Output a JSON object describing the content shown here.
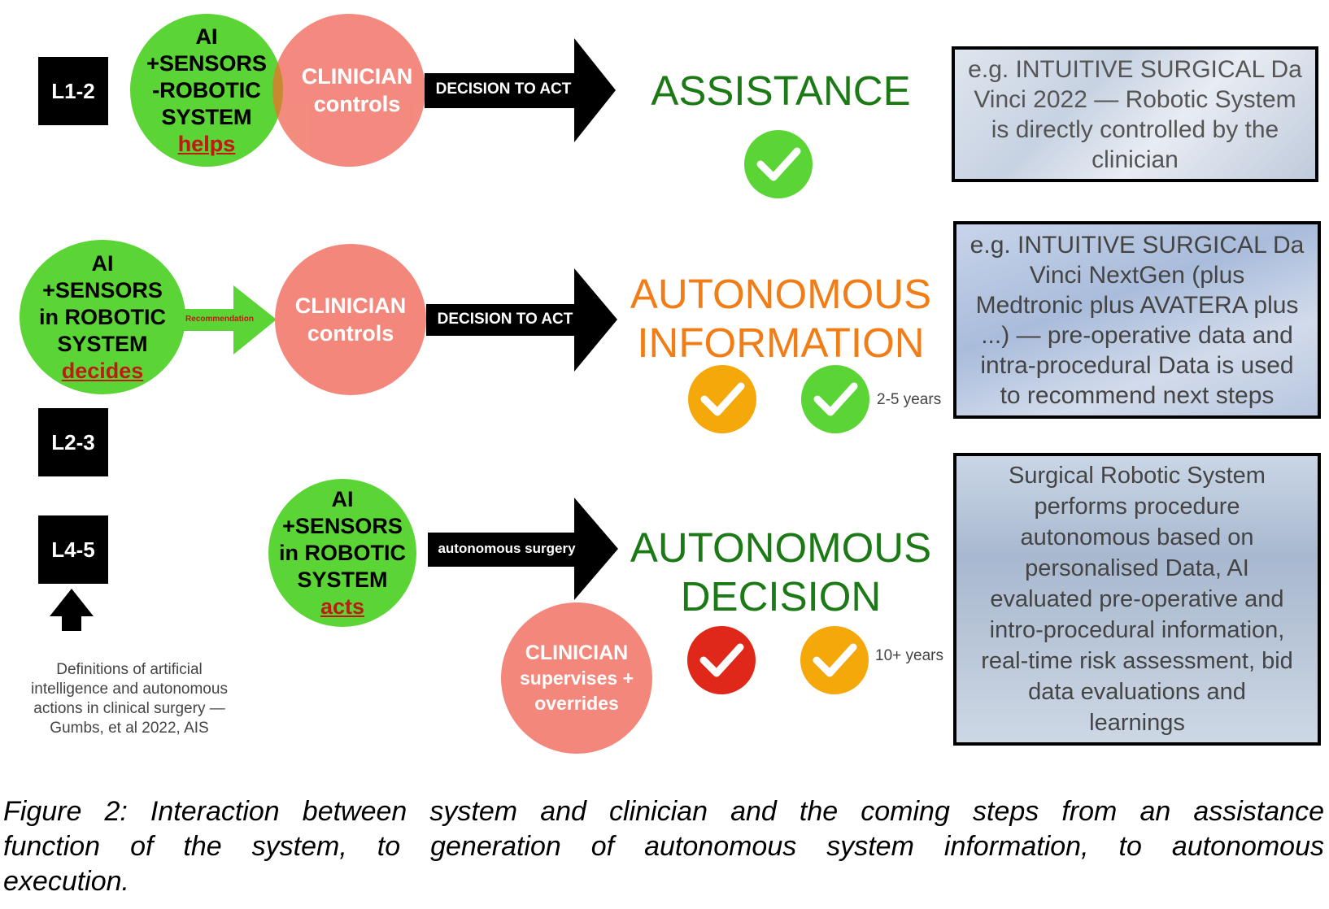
{
  "levels": {
    "l1": "L1-2",
    "l2": "L2-3",
    "l3": "L4-5"
  },
  "row1": {
    "green_lines": [
      "AI",
      "+SENSORS",
      "-ROBOTIC",
      "SYSTEM"
    ],
    "green_verb": "helps",
    "clinician_lines": [
      "CLINICIAN",
      "controls"
    ],
    "arrow_label": "DECISION TO ACT",
    "outcome": "ASSISTANCE",
    "example_lines": [
      "e.g. INTUITIVE SURGICAL Da",
      "Vinci 2022 — Robotic System",
      "is directly controlled by the",
      "clinician"
    ]
  },
  "row2": {
    "green_lines": [
      "AI",
      "+SENSORS",
      "in ROBOTIC",
      "SYSTEM"
    ],
    "green_verb": "decides",
    "recommendation_label": "Recommendation",
    "clinician_lines": [
      "CLINICIAN",
      "controls"
    ],
    "arrow_label": "DECISION TO ACT",
    "outcome_lines": [
      "AUTONOMOUS",
      "INFORMATION"
    ],
    "years": "2-5 years",
    "example_lines": [
      "e.g. INTUITIVE SURGICAL Da",
      "Vinci NextGen (plus",
      "Medtronic plus AVATERA plus",
      "...) — pre-operative data and",
      "intra-procedural Data is used",
      "to recommend next steps"
    ]
  },
  "row3": {
    "green_lines": [
      "AI",
      "+SENSORS",
      "in ROBOTIC",
      "SYSTEM"
    ],
    "green_verb": "acts",
    "arrow_label": "autonomous surgery",
    "clinician_lines": [
      "CLINICIAN",
      "supervises +",
      "overrides"
    ],
    "outcome_lines": [
      "AUTONOMOUS",
      "DECISION"
    ],
    "years": "10+ years",
    "example_lines": [
      "Surgical Robotic System",
      "performs procedure",
      "autonomous based on",
      "personalised Data, AI",
      "evaluated pre-operative and",
      "intro-procedural information,",
      "real-time risk assessment, bid",
      "data evaluations and",
      "learnings"
    ]
  },
  "reference_lines": [
    "Definitions of artificial",
    "intelligence and autonomous",
    "actions in clinical surgery —",
    "Gumbs, et al 2022, AIS"
  ],
  "caption_lines": [
    "Figure 2: Interaction between system and clinician and the coming steps from an assistance",
    "function of the system, to generation of autonomous system information, to autonomous",
    "execution."
  ],
  "colors": {
    "green": "#5bd535",
    "pink": "#f4877b",
    "dark_green": "#1c7a16",
    "orange": "#f17d17",
    "check_green": "#5bd535",
    "check_orange": "#f5a80a",
    "check_red": "#e0281a",
    "verb_red": "#c01a14"
  },
  "icons": {
    "check": "checkmark-icon",
    "up_arrow": "up-arrow-icon"
  }
}
